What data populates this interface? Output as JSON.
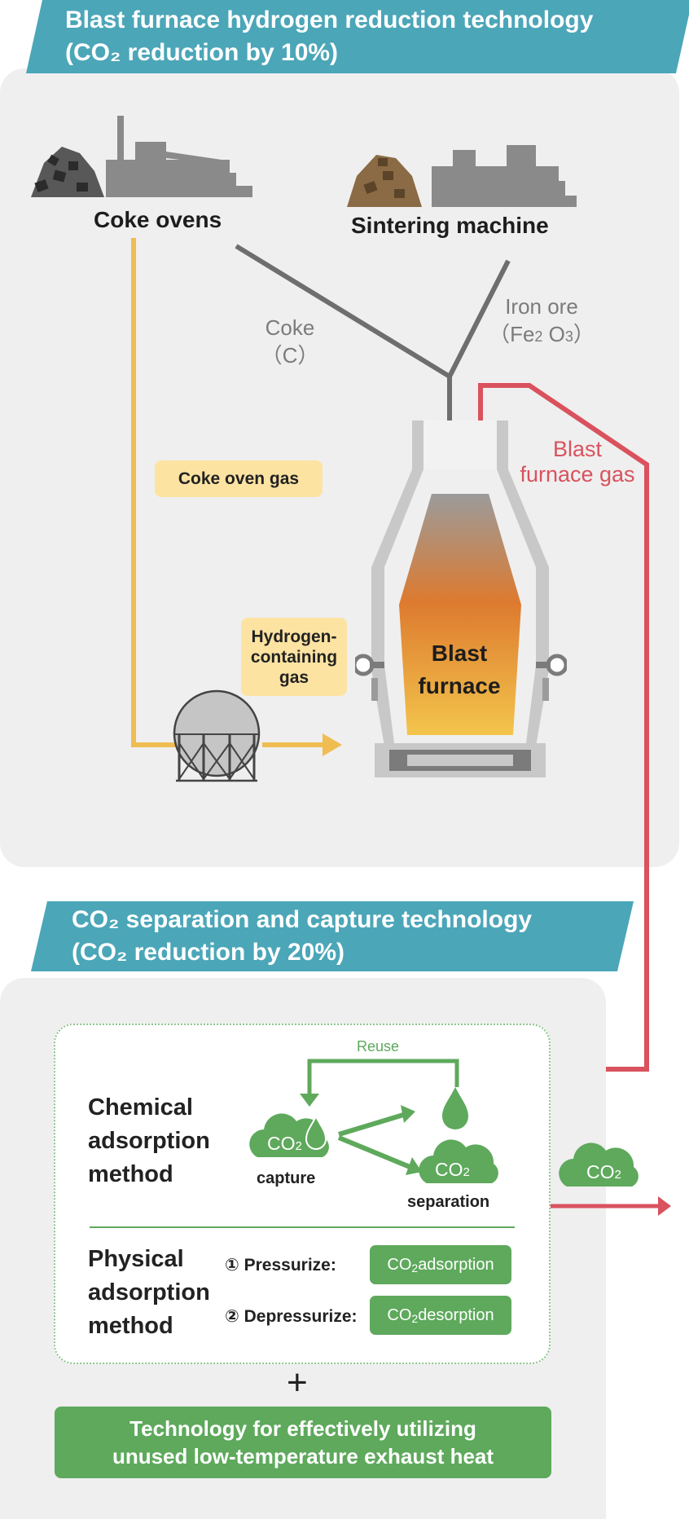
{
  "colors": {
    "banner": "#4ba6b8",
    "panel": "#efefef",
    "coke_oven_gas_line": "#efbd52",
    "blast_furnace_gas_line": "#d9525e",
    "feed_line": "#6e6e6e",
    "green": "#5ea95c",
    "tag": "#fde3a2"
  },
  "section1": {
    "title_line1": "Blast furnace hydrogen reduction technology",
    "title_line2": "(CO₂ reduction by 10%)",
    "coke_ovens": "Coke ovens",
    "sintering_machine": "Sintering machine",
    "coke_line1": "Coke",
    "coke_line2": "（C）",
    "iron_ore_line1": "Iron ore",
    "iron_ore_line2_a": "（Fe",
    "iron_ore_line2_b": "2",
    "iron_ore_line2_c": " O",
    "iron_ore_line2_d": "3",
    "iron_ore_line2_e": "）",
    "blast_furnace_gas_line1": "Blast",
    "blast_furnace_gas_line2": "furnace gas",
    "coke_oven_gas": "Coke oven gas",
    "hydrogen_line1": "Hydrogen-",
    "hydrogen_line2": "containing",
    "hydrogen_line3": "gas",
    "furnace_line1": "Blast",
    "furnace_line2": "furnace"
  },
  "section2": {
    "title_line1": "CO₂ separation and capture technology",
    "title_line2": "(CO₂ reduction by 20%)",
    "reuse": "Reuse",
    "chem_line1": "Chemical",
    "chem_line2": "adsorption",
    "chem_line3": "method",
    "co2_text": "CO",
    "co2_sub": "2",
    "capture": "capture",
    "separation": "separation",
    "phys_line1": "Physical",
    "phys_line2": "adsorption",
    "phys_line3": "method",
    "step1": "① Pressurize:",
    "step2": "② Depressurize:",
    "adsorption_a": "CO",
    "adsorption_b": "2",
    "adsorption_c": " adsorption",
    "desorption_a": "CO",
    "desorption_b": "2",
    "desorption_c": " desorption",
    "plus": "+",
    "bottom_line1": "Technology for effectively utilizing",
    "bottom_line2": "unused low-temperature exhaust heat"
  }
}
